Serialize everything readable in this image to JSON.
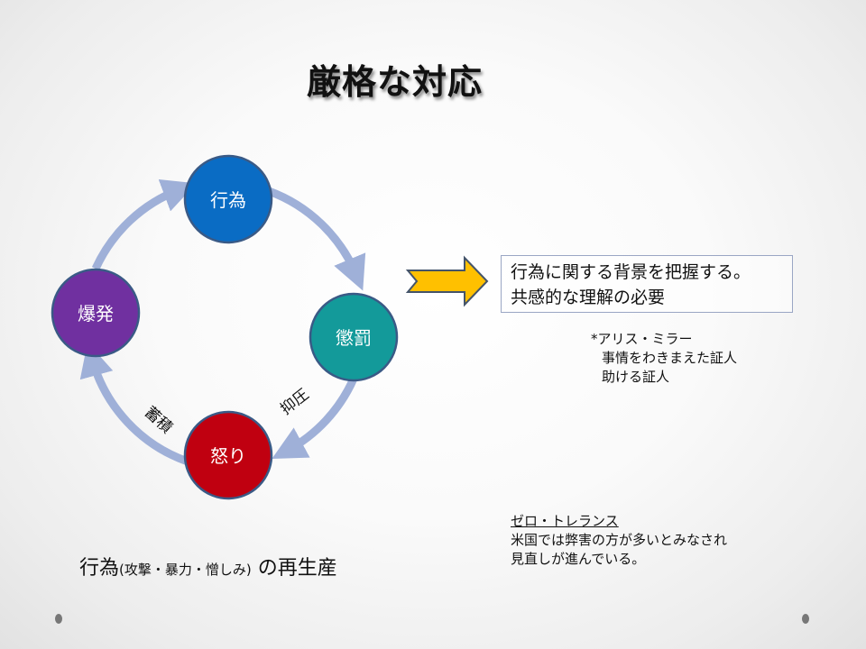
{
  "slide": {
    "title": "厳格な対応",
    "cycle": {
      "nodes": [
        {
          "id": "act",
          "label": "行為",
          "color": "#0a6cc4"
        },
        {
          "id": "punish",
          "label": "懲罰",
          "color": "#139a9a"
        },
        {
          "id": "anger",
          "label": "怒り",
          "color": "#c00010"
        },
        {
          "id": "explode",
          "label": "爆発",
          "color": "#7030a0"
        }
      ],
      "edge_labels": {
        "suppression": "抑圧",
        "accumulation": "蓄積"
      },
      "arrow_color": "#9fb0d8"
    },
    "callout_box": {
      "line1": "行為に関する背景を把握する。",
      "line2": "共感的な理解の必要",
      "arrow_color": "#ffc000"
    },
    "note": {
      "line1": "*アリス・ミラー",
      "line2": "事情をわきまえた証人",
      "line3": "助ける証人"
    },
    "caption": {
      "main": "行為",
      "paren": "(攻撃・暴力・憎しみ)",
      "tail": "の再生産"
    },
    "zero_tolerance": {
      "heading": "ゼロ・トレランス",
      "line1": "米国では弊害の方が多いとみなされ",
      "line2": "見直しが進んでいる。"
    }
  }
}
